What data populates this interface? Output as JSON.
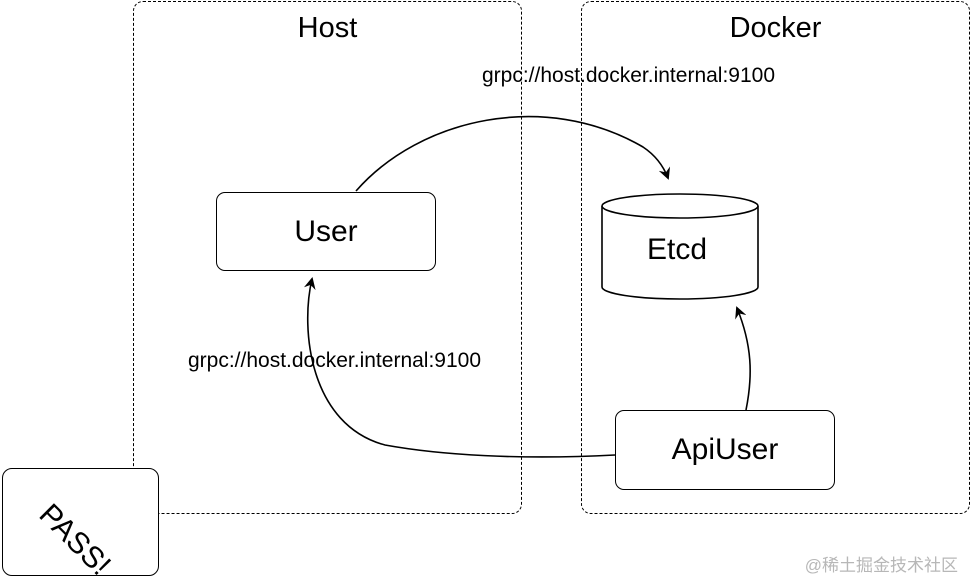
{
  "zones": {
    "host": "Host",
    "docker": "Docker"
  },
  "nodes": {
    "user": "User",
    "etcd": "Etcd",
    "apiuser": "ApiUser"
  },
  "edges": {
    "user_to_etcd": "grpc://host.docker.internal:9100",
    "apiuser_to_user": "grpc://host.docker.internal:9100"
  },
  "badge": "PASS!",
  "watermark": "@稀土掘金技术社区"
}
